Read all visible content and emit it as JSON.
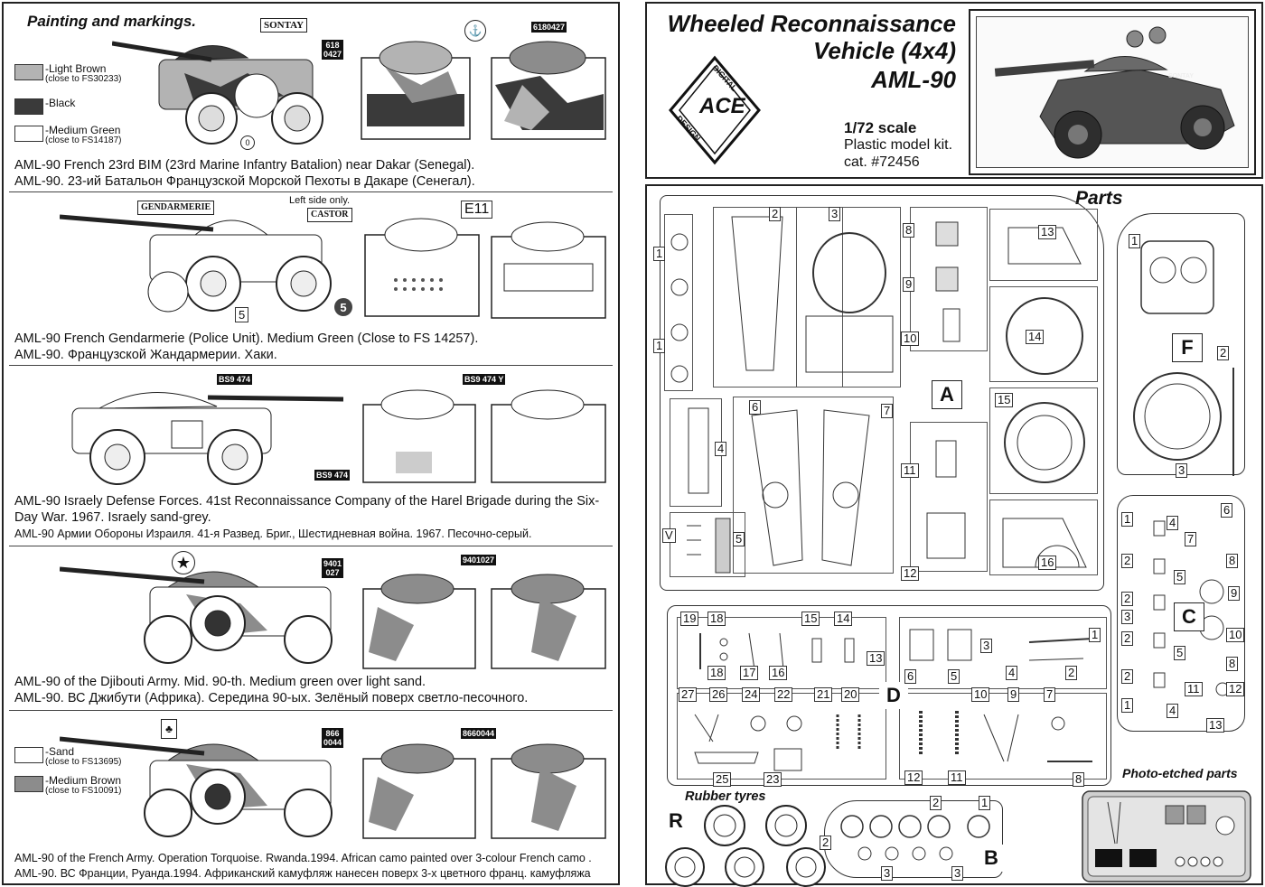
{
  "left_panel": {
    "heading": "Painting and markings.",
    "legend_top": [
      {
        "label": "-Light Brown",
        "note": "(close to FS30233)",
        "color": "#b3b3b3"
      },
      {
        "label": "-Black",
        "note": "",
        "color": "#3a3a3a"
      },
      {
        "label": "-Medium Green",
        "note": "(close to FS14187)",
        "color": "#ffffff"
      }
    ],
    "legend_bottom": [
      {
        "label": "-Sand",
        "note": "(close to FS13695)",
        "color": "#ffffff"
      },
      {
        "label": "-Medium Brown",
        "note": "(close to FS10091)",
        "color": "#8c8c8c"
      }
    ],
    "markings": {
      "sontay": "SONTAY",
      "plate1_top": "618",
      "plate1_bottom": "0427",
      "plate2": "6180427",
      "gendarmerie": "GENDARMERIE",
      "castor": "CASTOR",
      "left_side_note": "Left side only.",
      "e11": "E11",
      "num5a": "5",
      "num5b": "5",
      "num0": "0",
      "plate_idf1": "BS9 474 Y",
      "plate_idf2": "BS9 474",
      "plate_dji_top": "9401",
      "plate_dji_bottom": "027",
      "plate_dji2": "9401027",
      "plate_fr_top": "866",
      "plate_fr_bottom": "0044",
      "plate_fr2": "8660044"
    },
    "captions": [
      {
        "lines": [
          "AML-90 French 23rd BIM (23rd Marine Infantry Batalion) near Dakar (Senegal).",
          "AML-90. 23-ий Батальон Французской Морской Пехоты в Дакаре (Сенегал)."
        ]
      },
      {
        "lines": [
          "AML-90 French Gendarmerie (Police Unit). Medium Green (Close to FS 14257).",
          "AML-90. Французской Жандармерии. Хаки."
        ]
      },
      {
        "lines": [
          "AML-90 Israely Defense Forces. 41st Reconnaissance Company of the Harel Brigade during the Six-Day War. 1967. Israely sand-grey."
        ],
        "small": "AML-90 Армии Обороны Израиля.  41-я Развед. Бриг., Шестидневная война. 1967. Песочно-серый."
      },
      {
        "lines": [
          "AML-90 of the Djibouti Army. Mid. 90-th. Medium green over light sand.",
          "AML-90. ВС Джибути (Африка). Середина 90-ых. Зелёный поверх светло-песочного."
        ]
      },
      {
        "small_lines": [
          "AML-90 of the French Army. Operation Torquoise. Rwanda.1994. African camo painted over 3-colour French camo .",
          "AML-90. ВС Франции, Руанда.1994. Африканский камуфляж нанесен поверх 3-х цветного франц. камуфляжа"
        ]
      }
    ]
  },
  "right_top": {
    "title_lines": [
      "Wheeled Reconnaissance",
      "Vehicle (4x4)",
      "AML-90"
    ],
    "logo_text": [
      "DIGITAL",
      "ACE",
      "DESIGN"
    ],
    "scale": "1/72 scale",
    "kit_type": "Plastic model kit.",
    "catalog": "cat. #72456",
    "photo_marking": "SONTAY"
  },
  "parts": {
    "heading": "Parts",
    "sprue_letters": [
      "A",
      "F",
      "C",
      "D",
      "R",
      "B"
    ],
    "rubber_tyres": "Rubber tyres",
    "photo_etched": "Photo-etched parts",
    "sprueA_numbers": [
      "1",
      "1",
      "2",
      "3",
      "8",
      "9",
      "10",
      "11",
      "12",
      "13",
      "14",
      "15",
      "16",
      "4",
      "5",
      "6",
      "7",
      "V"
    ],
    "sprueF_numbers": [
      "1",
      "2",
      "3"
    ],
    "sprueC_numbers": [
      "1",
      "4",
      "6",
      "7",
      "2",
      "5",
      "8",
      "2",
      "9",
      "3",
      "10",
      "2",
      "5",
      "2",
      "8",
      "1",
      "4",
      "11",
      "12",
      "13"
    ],
    "sprueD_numbers": [
      "19",
      "18",
      "15",
      "14",
      "13",
      "18",
      "17",
      "16",
      "3",
      "1",
      "6",
      "5",
      "4",
      "2",
      "27",
      "26",
      "24",
      "22",
      "21",
      "20",
      "10",
      "9",
      "7",
      "25",
      "23",
      "12",
      "11",
      "8"
    ],
    "sprueB_numbers": [
      "2",
      "1",
      "2",
      "3",
      "3"
    ]
  },
  "colors": {
    "ink": "#111111",
    "camo_light": "#b3b3b3",
    "camo_dark": "#3a3a3a",
    "camo_mid": "#8c8c8c"
  }
}
